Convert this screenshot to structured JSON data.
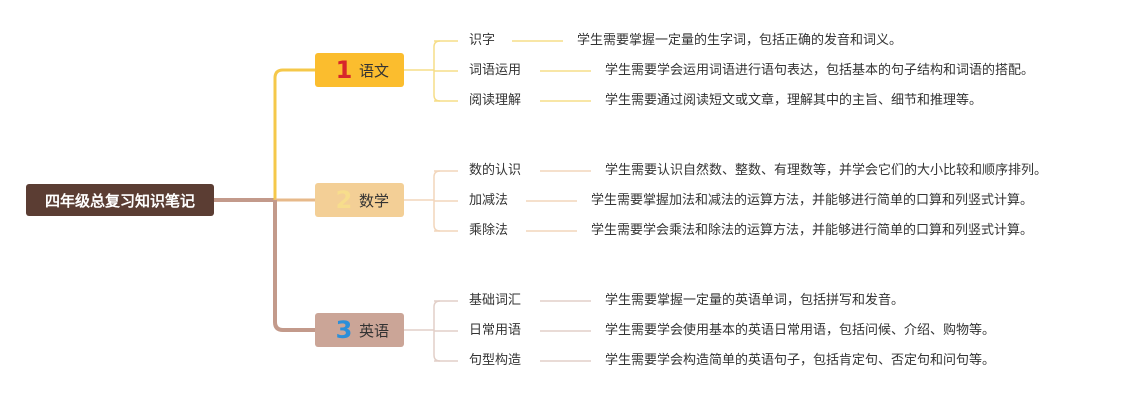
{
  "root": {
    "label": "四年级总复习知识笔记"
  },
  "colors": {
    "root": "#5b3d33",
    "branch1": "#fbbd2e",
    "branch1_num": "#d7262b",
    "branch1_line": "#f5c84a",
    "branch1_leafline": "#f6dd88",
    "branch2": "#f3cf96",
    "branch2_num": "#f7dd8c",
    "branch2_line": "#e7b98a",
    "branch2_leafline": "#f2d6bc",
    "branch3": "#cba597",
    "branch3_num": "#2b8fd9",
    "branch3_line": "#c39a8b",
    "branch3_leafline": "#e2cfc8"
  },
  "branches": [
    {
      "num": "1",
      "label": "语文",
      "items": [
        {
          "topic": "识字",
          "desc": "学生需要掌握一定量的生字词，包括正确的发音和词义。"
        },
        {
          "topic": "词语运用",
          "desc": "学生需要学会运用词语进行语句表达，包括基本的句子结构和词语的搭配。"
        },
        {
          "topic": "阅读理解",
          "desc": "学生需要通过阅读短文或文章，理解其中的主旨、细节和推理等。"
        }
      ]
    },
    {
      "num": "2",
      "label": "数学",
      "items": [
        {
          "topic": "数的认识",
          "desc": "学生需要认识自然数、整数、有理数等，并学会它们的大小比较和顺序排列。"
        },
        {
          "topic": "加减法",
          "desc": "学生需要掌握加法和减法的运算方法，并能够进行简单的口算和列竖式计算。"
        },
        {
          "topic": "乘除法",
          "desc": "学生需要学会乘法和除法的运算方法，并能够进行简单的口算和列竖式计算。"
        }
      ]
    },
    {
      "num": "3",
      "label": "英语",
      "items": [
        {
          "topic": "基础词汇",
          "desc": "学生需要掌握一定量的英语单词，包括拼写和发音。"
        },
        {
          "topic": "日常用语",
          "desc": "学生需要学会使用基本的英语日常用语，包括问候、介绍、购物等。"
        },
        {
          "topic": "句型构造",
          "desc": "学生需要学会构造简单的英语句子，包括肯定句、否定句和问句等。"
        }
      ]
    }
  ]
}
